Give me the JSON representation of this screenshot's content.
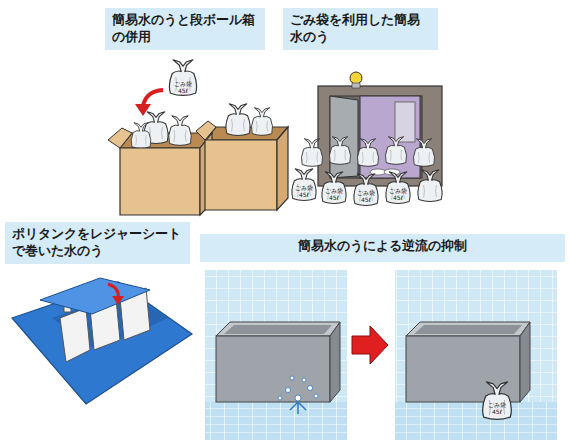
{
  "diagram": {
    "nodes": [
      {
        "text": [
          "簡易水のうと段ボール箱の併用"
        ]
      },
      {
        "text": [
          "ごみ袋を利用した簡易水のう"
        ]
      },
      {
        "text": [
          "ポリタンクをレジャーシートで巻いた水のう"
        ]
      },
      {
        "text": [
          "簡易水のうによる逆流の抑制"
        ]
      }
    ],
    "labels": [
      "ごみ袋 45ℓ",
      "ごみ袋 45ℓ",
      "ごみ袋 45ℓ",
      "ごみ袋 45ℓ",
      "ごみ袋 45ℓ",
      "ごみ袋 45ℓ"
    ]
  }
}
